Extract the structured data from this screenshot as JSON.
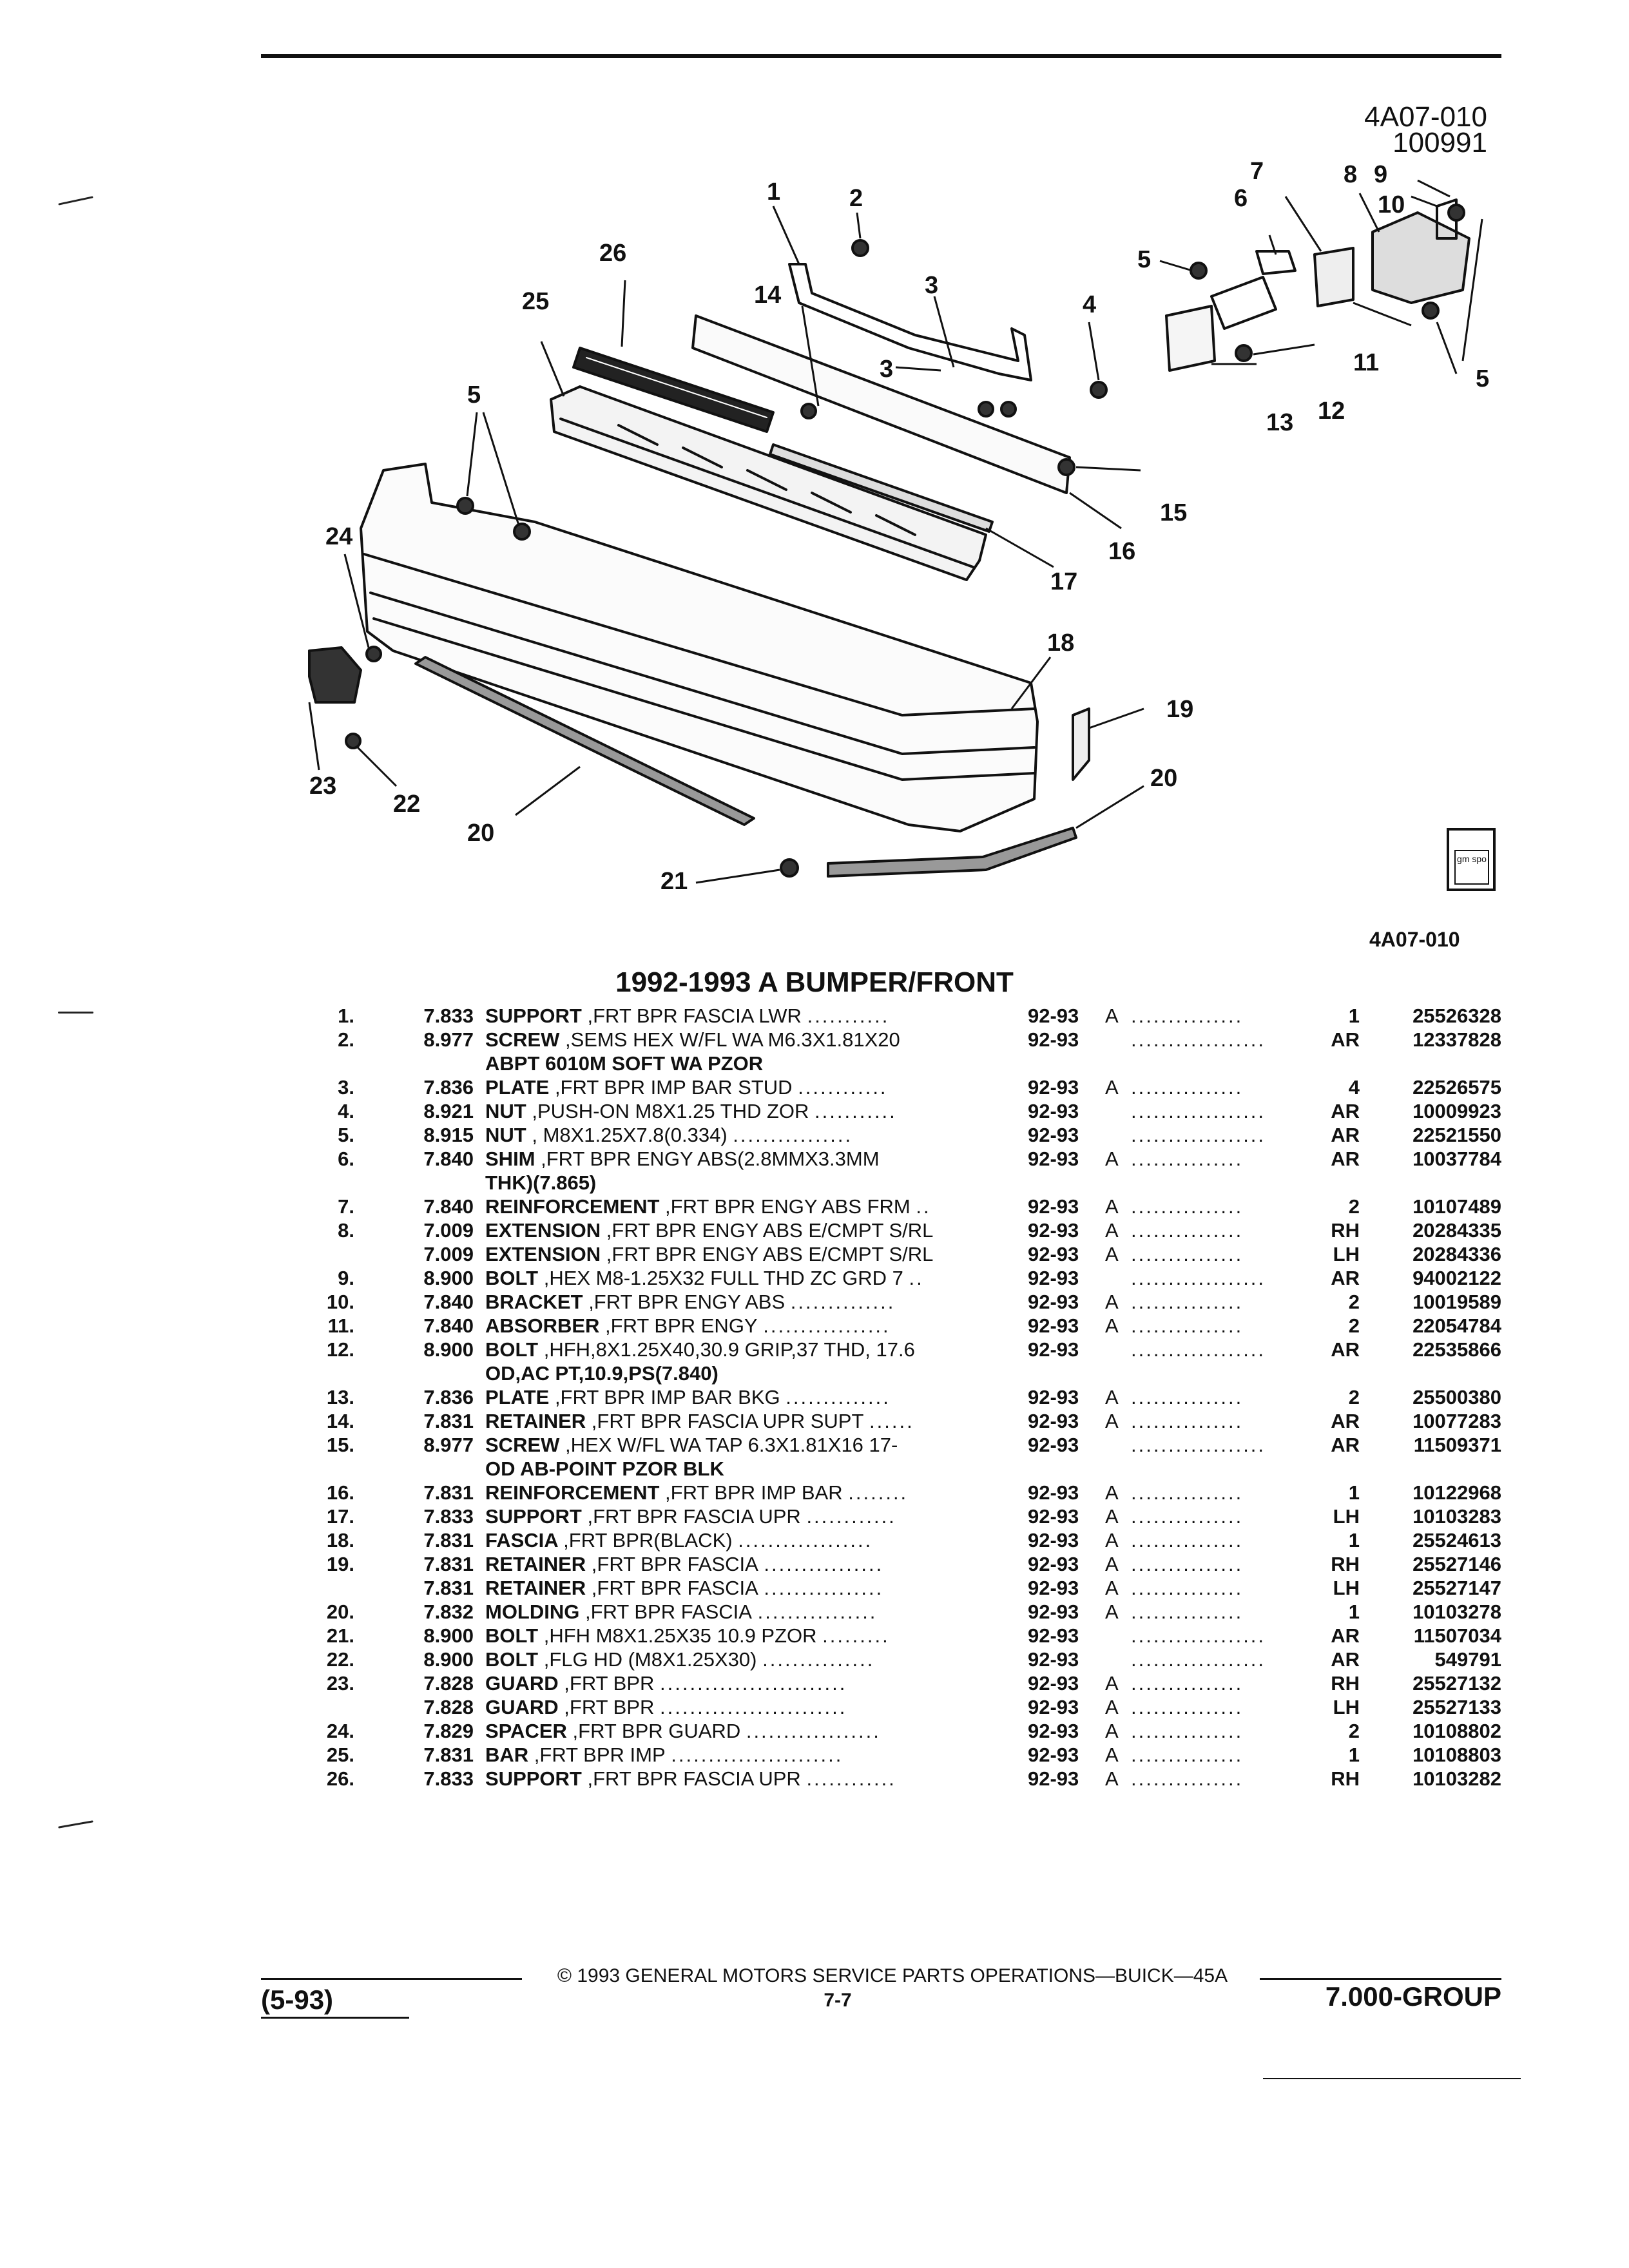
{
  "header": {
    "diagram_code": "4A07-010",
    "diagram_date": "100991",
    "diagram_code_bottom": "4A07-010",
    "spo_logo_text": "gm spo"
  },
  "title": "1992-1993 A BUMPER/FRONT",
  "callouts": [
    "1",
    "2",
    "3",
    "3",
    "4",
    "5",
    "5",
    "5",
    "6",
    "7",
    "8",
    "9",
    "10",
    "11",
    "12",
    "13",
    "14",
    "15",
    "16",
    "17",
    "18",
    "19",
    "20",
    "20",
    "21",
    "22",
    "23",
    "24",
    "25",
    "26"
  ],
  "parts": [
    {
      "num": "1.",
      "group": "7.833",
      "name": "SUPPORT",
      "desc": ",FRT BPR FASCIA LWR",
      "dots": "...........",
      "years": "92-93",
      "a": "A",
      "adots": "...............",
      "qty": "1",
      "part_no": "25526328"
    },
    {
      "num": "2.",
      "group": "8.977",
      "name": "SCREW",
      "desc": ",SEMS HEX W/FL WA M6.3X1.81X20",
      "dots": "",
      "years": "92-93",
      "a": "",
      "adots": "..................",
      "qty": "AR",
      "part_no": "12337828"
    },
    {
      "cont": "ABPT 6010M SOFT WA PZOR"
    },
    {
      "num": "3.",
      "group": "7.836",
      "name": "PLATE",
      "desc": ",FRT BPR IMP BAR STUD",
      "dots": "............",
      "years": "92-93",
      "a": "A",
      "adots": "...............",
      "qty": "4",
      "part_no": "22526575"
    },
    {
      "num": "4.",
      "group": "8.921",
      "name": "NUT",
      "desc": ",PUSH-ON M8X1.25 THD ZOR",
      "dots": "...........",
      "years": "92-93",
      "a": "",
      "adots": "..................",
      "qty": "AR",
      "part_no": "10009923"
    },
    {
      "num": "5.",
      "group": "8.915",
      "name": "NUT",
      "desc": ", M8X1.25X7.8(0.334)",
      "dots": "................",
      "years": "92-93",
      "a": "",
      "adots": "..................",
      "qty": "AR",
      "part_no": "22521550"
    },
    {
      "num": "6.",
      "group": "7.840",
      "name": "SHIM",
      "desc": ",FRT BPR ENGY ABS(2.8MMX3.3MM",
      "dots": "",
      "years": "92-93",
      "a": "A",
      "adots": "...............",
      "qty": "AR",
      "part_no": "10037784"
    },
    {
      "cont": "THK)(7.865)"
    },
    {
      "num": "7.",
      "group": "7.840",
      "name": "REINFORCEMENT",
      "desc": ",FRT BPR ENGY ABS FRM",
      "dots": "..",
      "years": "92-93",
      "a": "A",
      "adots": "...............",
      "qty": "2",
      "part_no": "10107489"
    },
    {
      "num": "8.",
      "group": "7.009",
      "name": "EXTENSION",
      "desc": ",FRT BPR ENGY ABS E/CMPT S/RL",
      "dots": "",
      "years": "92-93",
      "a": "A",
      "adots": "...............",
      "qty": "RH",
      "part_no": "20284335"
    },
    {
      "num": "",
      "group": "7.009",
      "name": "EXTENSION",
      "desc": ",FRT BPR ENGY ABS E/CMPT S/RL",
      "dots": "",
      "years": "92-93",
      "a": "A",
      "adots": "...............",
      "qty": "LH",
      "part_no": "20284336"
    },
    {
      "num": "9.",
      "group": "8.900",
      "name": "BOLT",
      "desc": ",HEX M8-1.25X32 FULL THD ZC GRD 7",
      "dots": "..",
      "years": "92-93",
      "a": "",
      "adots": "..................",
      "qty": "AR",
      "part_no": "94002122"
    },
    {
      "num": "10.",
      "group": "7.840",
      "name": "BRACKET",
      "desc": ",FRT BPR ENGY ABS",
      "dots": "..............",
      "years": "92-93",
      "a": "A",
      "adots": "...............",
      "qty": "2",
      "part_no": "10019589"
    },
    {
      "num": "11.",
      "group": "7.840",
      "name": "ABSORBER",
      "desc": ",FRT BPR ENGY",
      "dots": ".................",
      "years": "92-93",
      "a": "A",
      "adots": "...............",
      "qty": "2",
      "part_no": "22054784"
    },
    {
      "num": "12.",
      "group": "8.900",
      "name": "BOLT",
      "desc": ",HFH,8X1.25X40,30.9 GRIP,37 THD, 17.6",
      "dots": "",
      "years": "92-93",
      "a": "",
      "adots": "..................",
      "qty": "AR",
      "part_no": "22535866"
    },
    {
      "cont": "OD,AC PT,10.9,PS(7.840)"
    },
    {
      "num": "13.",
      "group": "7.836",
      "name": "PLATE",
      "desc": ",FRT BPR IMP BAR BKG",
      "dots": "..............",
      "years": "92-93",
      "a": "A",
      "adots": "...............",
      "qty": "2",
      "part_no": "25500380"
    },
    {
      "num": "14.",
      "group": "7.831",
      "name": "RETAINER",
      "desc": ",FRT BPR FASCIA UPR SUPT",
      "dots": "......",
      "years": "92-93",
      "a": "A",
      "adots": "...............",
      "qty": "AR",
      "part_no": "10077283"
    },
    {
      "num": "15.",
      "group": "8.977",
      "name": "SCREW",
      "desc": ",HEX W/FL WA TAP 6.3X1.81X16 17-",
      "dots": "",
      "years": "92-93",
      "a": "",
      "adots": "..................",
      "qty": "AR",
      "part_no": "11509371"
    },
    {
      "cont": "OD AB-POINT PZOR BLK"
    },
    {
      "num": "16.",
      "group": "7.831",
      "name": "REINFORCEMENT",
      "desc": ",FRT BPR IMP BAR",
      "dots": "........",
      "years": "92-93",
      "a": "A",
      "adots": "...............",
      "qty": "1",
      "part_no": "10122968"
    },
    {
      "num": "17.",
      "group": "7.833",
      "name": "SUPPORT",
      "desc": ",FRT BPR FASCIA UPR",
      "dots": "............",
      "years": "92-93",
      "a": "A",
      "adots": "...............",
      "qty": "LH",
      "part_no": "10103283"
    },
    {
      "num": "18.",
      "group": "7.831",
      "name": "FASCIA",
      "desc": ",FRT BPR(BLACK)",
      "dots": "..................",
      "years": "92-93",
      "a": "A",
      "adots": "...............",
      "qty": "1",
      "part_no": "25524613"
    },
    {
      "num": "19.",
      "group": "7.831",
      "name": "RETAINER",
      "desc": ",FRT BPR FASCIA",
      "dots": "................",
      "years": "92-93",
      "a": "A",
      "adots": "...............",
      "qty": "RH",
      "part_no": "25527146"
    },
    {
      "num": "",
      "group": "7.831",
      "name": "RETAINER",
      "desc": ",FRT BPR FASCIA",
      "dots": "................",
      "years": "92-93",
      "a": "A",
      "adots": "...............",
      "qty": "LH",
      "part_no": "25527147"
    },
    {
      "num": "20.",
      "group": "7.832",
      "name": "MOLDING",
      "desc": ",FRT BPR FASCIA",
      "dots": "................",
      "years": "92-93",
      "a": "A",
      "adots": "...............",
      "qty": "1",
      "part_no": "10103278"
    },
    {
      "num": "21.",
      "group": "8.900",
      "name": "BOLT",
      "desc": ",HFH M8X1.25X35 10.9 PZOR",
      "dots": ".........",
      "years": "92-93",
      "a": "",
      "adots": "..................",
      "qty": "AR",
      "part_no": "11507034"
    },
    {
      "num": "22.",
      "group": "8.900",
      "name": "BOLT",
      "desc": ",FLG HD (M8X1.25X30)",
      "dots": "...............",
      "years": "92-93",
      "a": "",
      "adots": "..................",
      "qty": "AR",
      "part_no": "549791"
    },
    {
      "num": "23.",
      "group": "7.828",
      "name": "GUARD",
      "desc": ",FRT BPR",
      "dots": ".........................",
      "years": "92-93",
      "a": "A",
      "adots": "...............",
      "qty": "RH",
      "part_no": "25527132"
    },
    {
      "num": "",
      "group": "7.828",
      "name": "GUARD",
      "desc": ",FRT BPR",
      "dots": ".........................",
      "years": "92-93",
      "a": "A",
      "adots": "...............",
      "qty": "LH",
      "part_no": "25527133"
    },
    {
      "num": "24.",
      "group": "7.829",
      "name": "SPACER",
      "desc": ",FRT BPR GUARD",
      "dots": "..................",
      "years": "92-93",
      "a": "A",
      "adots": "...............",
      "qty": "2",
      "part_no": "10108802"
    },
    {
      "num": "25.",
      "group": "7.831",
      "name": "BAR",
      "desc": ",FRT BPR IMP",
      "dots": ".......................",
      "years": "92-93",
      "a": "A",
      "adots": "...............",
      "qty": "1",
      "part_no": "10108803"
    },
    {
      "num": "26.",
      "group": "7.833",
      "name": "SUPPORT",
      "desc": ",FRT BPR FASCIA UPR",
      "dots": "............",
      "years": "92-93",
      "a": "A",
      "adots": "...............",
      "qty": "RH",
      "part_no": "10103282"
    }
  ],
  "footer": {
    "copyright": "© 1993 GENERAL MOTORS SERVICE PARTS OPERATIONS—BUICK—45A",
    "date": "(5-93)",
    "page": "7-7",
    "group": "7.000-GROUP"
  }
}
